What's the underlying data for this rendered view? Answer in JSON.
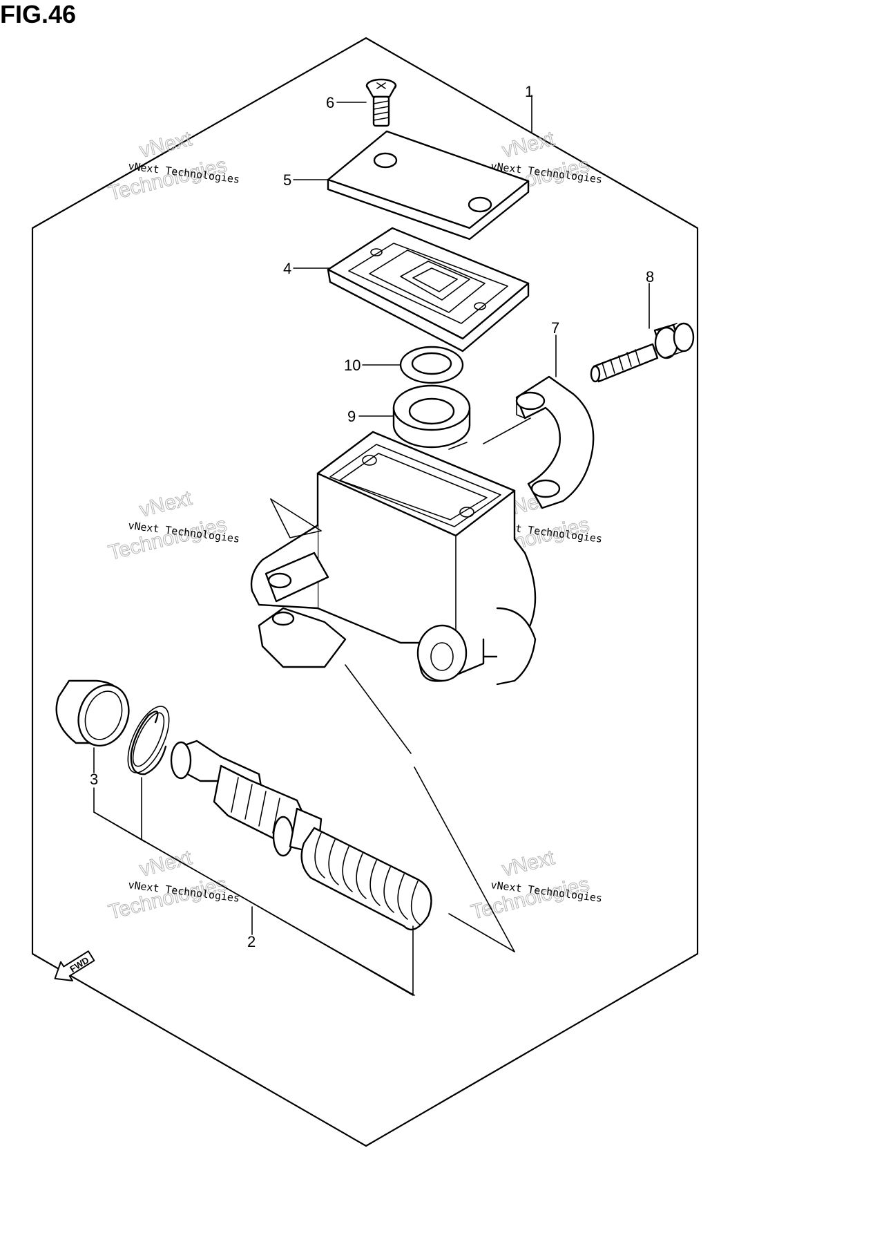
{
  "figure": {
    "title": "FIG.46"
  },
  "callouts": [
    "1",
    "2",
    "3",
    "4",
    "5",
    "6",
    "7",
    "8",
    "9",
    "10"
  ],
  "watermark": {
    "line1": "vNext Technologies",
    "line2": "vNext",
    "line3": "Technologies"
  },
  "fwd_label": "FWD",
  "colors": {
    "ink": "#000000",
    "watermark": "#b5b5b5",
    "background": "#ffffff"
  }
}
